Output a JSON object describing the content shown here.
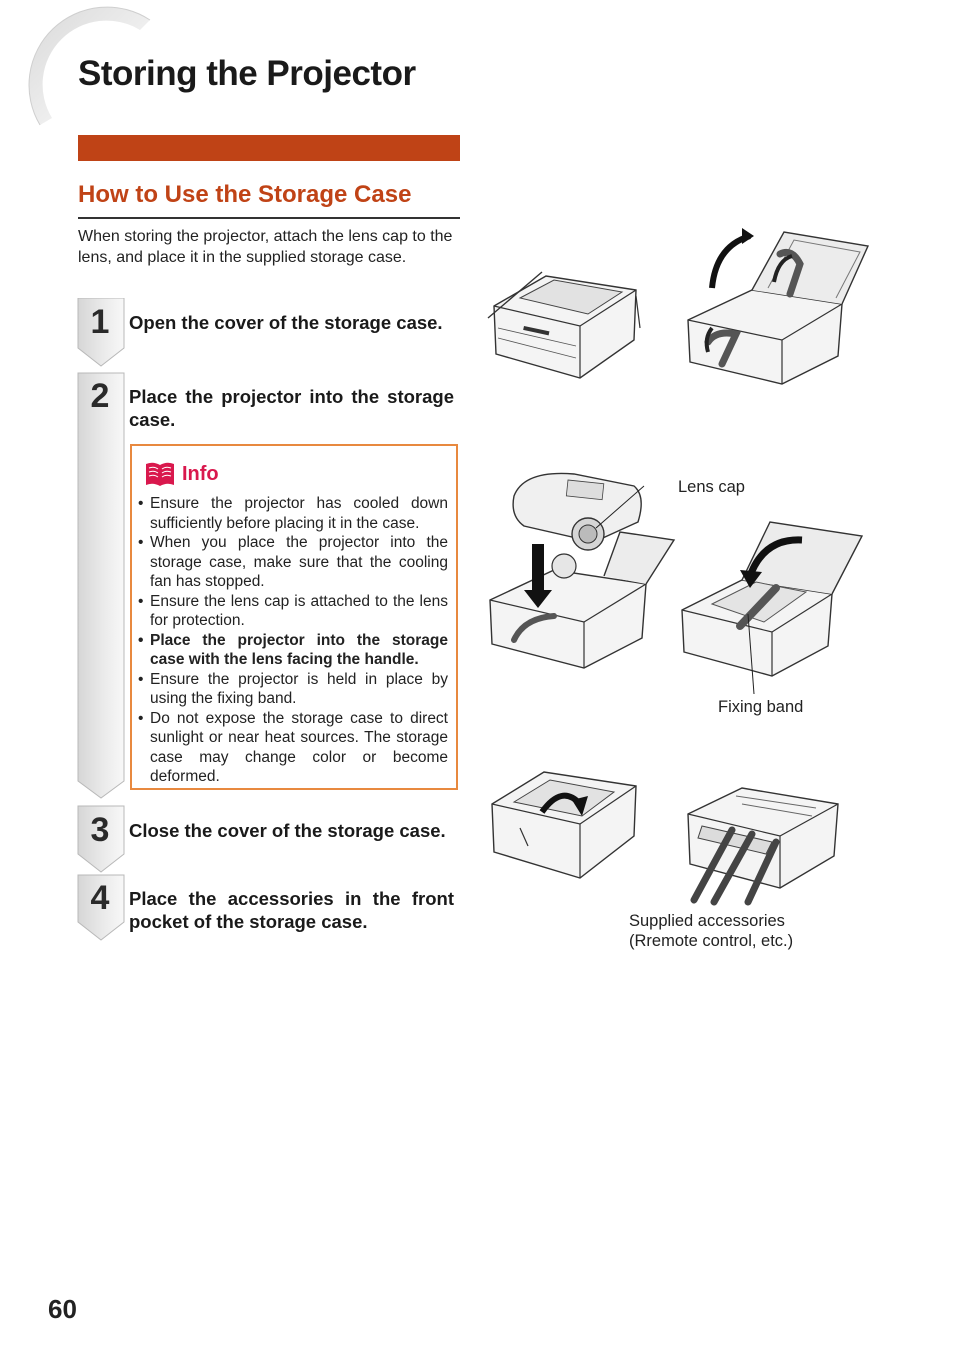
{
  "header": {
    "title": "Storing the Projector"
  },
  "section": {
    "title": "How to Use the Storage Case",
    "intro": "When storing the projector, attach the lens cap to the lens, and place it in the supplied storage case."
  },
  "steps": [
    {
      "number": "1",
      "text": "Open the cover of the storage case."
    },
    {
      "number": "2",
      "text": "Place the projector into the storage case."
    },
    {
      "number": "3",
      "text": "Close the cover of the storage case."
    },
    {
      "number": "4",
      "text": "Place the accessories in the front pocket of the storage case."
    }
  ],
  "info": {
    "label": "Info",
    "items": [
      {
        "text": "Ensure the projector has cooled down sufficiently before placing it in the case.",
        "bold": false
      },
      {
        "text": "When you place the projector into the storage case, make sure that the cooling fan has stopped.",
        "bold": false
      },
      {
        "text": "Ensure the lens cap is attached to the lens for protection.",
        "bold": false
      },
      {
        "text": "Place the projector into the storage case with the lens facing the handle.",
        "bold": true
      },
      {
        "text": "Ensure the projector is held in place by using the fixing band.",
        "bold": false
      },
      {
        "text": "Do not expose the storage case to direct sunlight or near heat sources. The storage case may change color or become deformed.",
        "bold": false
      }
    ]
  },
  "figures": {
    "lens_cap": "Lens cap",
    "fixing_band": "Fixing band",
    "accessories_line1": "Supplied accessories",
    "accessories_line2": "(Rremote control, etc.)"
  },
  "colors": {
    "accent_orange": "#bf4316",
    "info_border": "#e8893f",
    "info_label": "#d9184d",
    "rail_gray": "#e6e6e6"
  },
  "footer": {
    "page_number": "60"
  }
}
